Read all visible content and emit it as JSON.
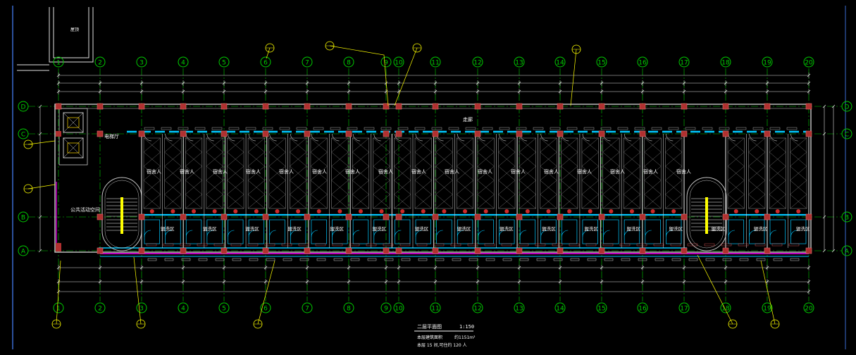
{
  "colors": {
    "background": "#000000",
    "grid": "#00cc00",
    "wall": "#c8c8c8",
    "window": "#00c8ff",
    "column": "#b03030",
    "text": "#ffffff",
    "dim": "#e0e0e0",
    "leader": "#ffff00",
    "accent": "#ff00ff"
  },
  "axes_x": [
    "1",
    "2",
    "3",
    "4",
    "5",
    "6",
    "7",
    "8",
    "9",
    "10",
    "11",
    "12",
    "13",
    "14",
    "15",
    "16",
    "17",
    "18",
    "19",
    "20"
  ],
  "axes_y": [
    "D",
    "C",
    "B",
    "A"
  ],
  "room_labels": [
    "宿舍人",
    "宿舍人",
    "宿舍人",
    "宿舍人",
    "宿舍人",
    "宿舍人",
    "宿舍人",
    "宿舍人",
    "宿舍人",
    "宿舍人",
    "宿舍人",
    "宿舍人",
    "宿舍人",
    "宿舍人",
    "宿舍人",
    "宿舍人",
    "宿舍人"
  ],
  "bath_labels": [
    "盥洗区",
    "盥洗区",
    "盥洗区",
    "盥洗区",
    "盥洗区",
    "盥洗区",
    "盥洗区",
    "盥洗区",
    "盥洗区",
    "盥洗区",
    "盥洗区",
    "盥洗区",
    "盥洗区",
    "盥洗区",
    "盥洗区",
    "盥洗区"
  ],
  "labels": {
    "corridor": "走廊",
    "public_room": "公共活动空间",
    "elevator_hall": "电梯厅",
    "upper_left": "屋顶",
    "drawing_title": "二层平面图",
    "scale": "1:150",
    "area_label": "本层建筑面积",
    "area_value": "约1151m²",
    "note_line": "本层 15 间,可住约 120 人"
  }
}
